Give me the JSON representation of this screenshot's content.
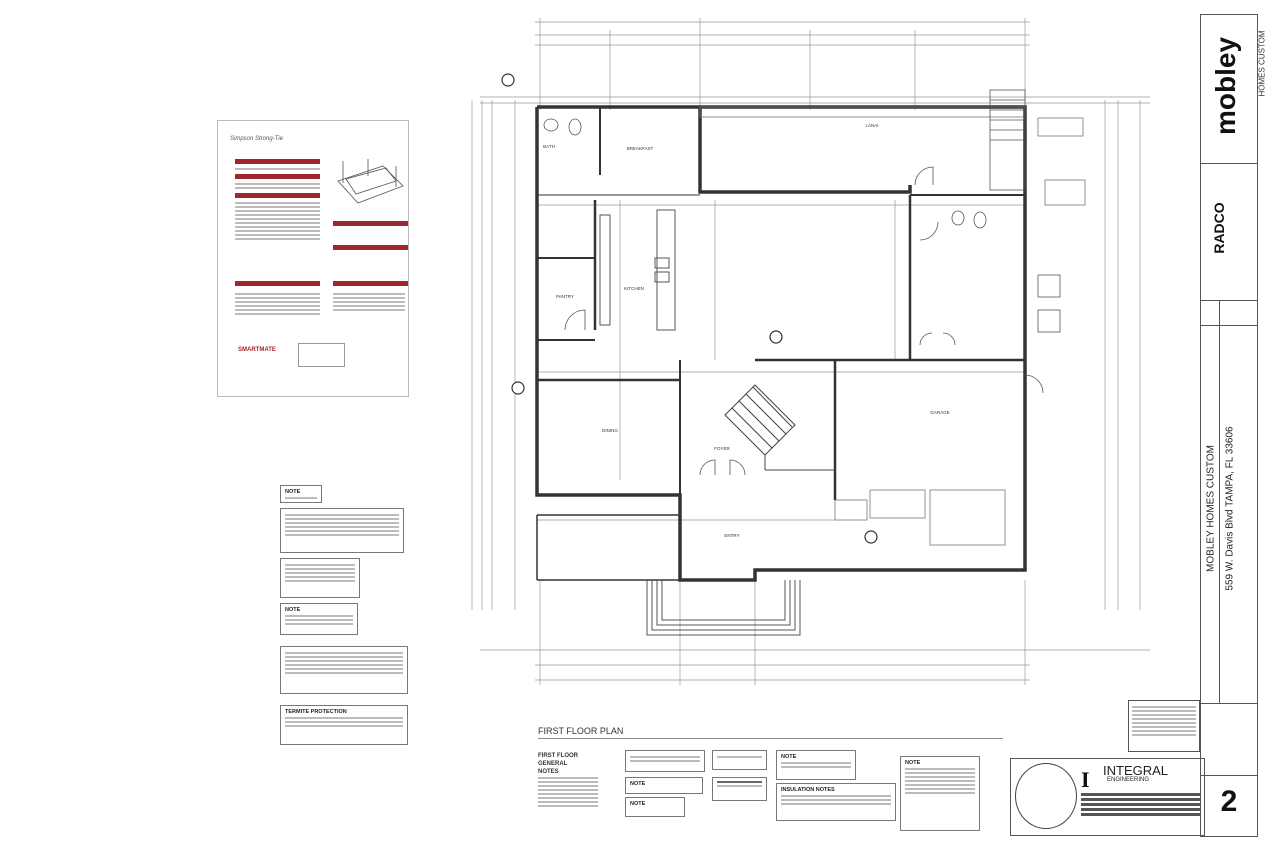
{
  "spec_sheet": {
    "logo_text": "Simpson Strong-Tie",
    "brand": "SMARTMATE"
  },
  "plan": {
    "title": "FIRST FLOOR PLAN",
    "rooms": [
      "BREAKFAST",
      "LANAI",
      "KITCHEN",
      "PANTRY",
      "DINING",
      "FOYER",
      "ENTRY",
      "GARAGE",
      "BATH"
    ]
  },
  "notes": {
    "general_title": "FIRST FLOOR GENERAL NOTES",
    "note_label": "NOTE",
    "insulation_title": "INSULATION NOTES",
    "termite_title": "TERMITE PROTECTION"
  },
  "engineer": {
    "name": "INTEGRAL",
    "subtitle": "ENGINEERING"
  },
  "title_block": {
    "brand": "mobley",
    "brand_sub": "HOMES CUSTOM",
    "designer": "RADCO",
    "project": "MOBLEY HOMES CUSTOM",
    "address": "559 W. Davis Blvd TAMPA, FL 33606",
    "sheet_number": "2"
  }
}
